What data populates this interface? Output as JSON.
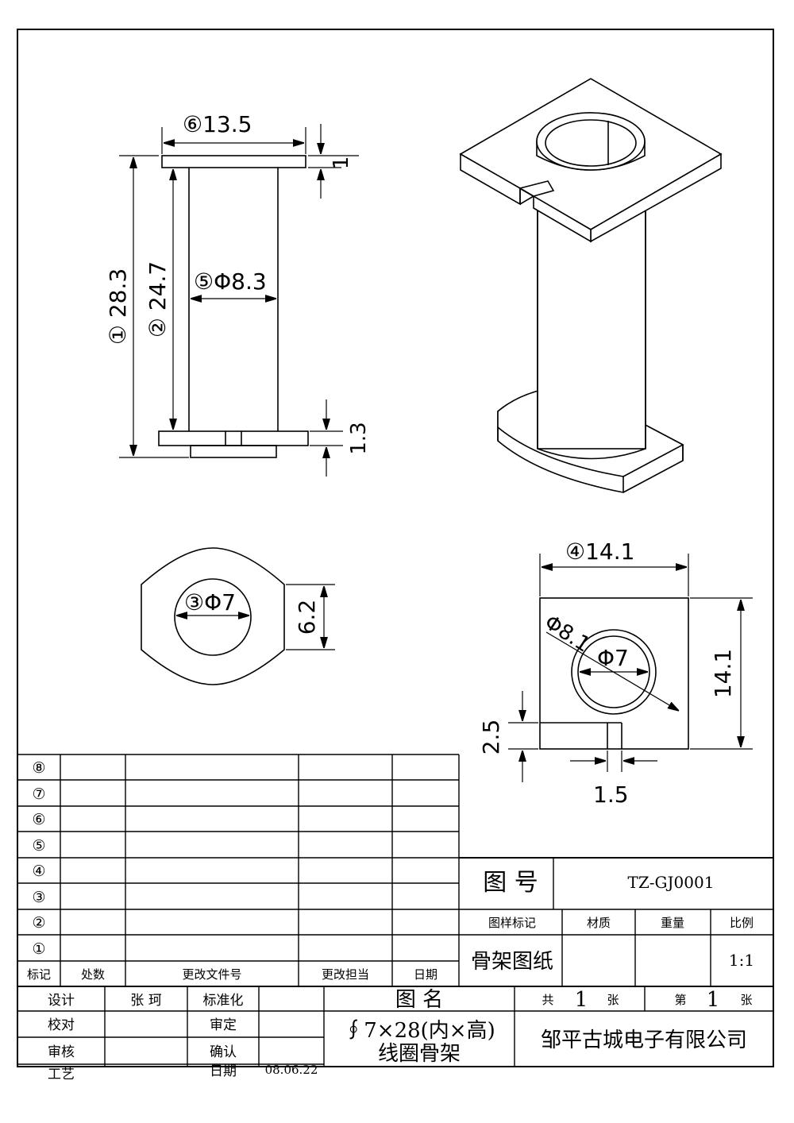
{
  "dimensions": {
    "flange_width": "⑥13.5",
    "flange_thickness": "1",
    "total_height": "① 28.3",
    "inner_height": "② 24.7",
    "tube_diameter": "⑤Φ8.3",
    "bottom_flange": "1.3",
    "inner_diameter": "③Φ7",
    "bottom_flat": "6.2",
    "square_width": "④14.1",
    "square_height": "14.1",
    "ring_outer": "Φ8.1",
    "ring_inner": "Φ7",
    "slot_depth": "2.5",
    "slot_width": "1.5"
  },
  "revision_table": {
    "row_numbers": [
      "⑧",
      "⑦",
      "⑥",
      "⑤",
      "④",
      "③",
      "②",
      "①"
    ],
    "headers": [
      "标记",
      "处数",
      "更改文件号",
      "更改担当",
      "日期"
    ]
  },
  "title_block": {
    "drawing_no_label": "图 号",
    "drawing_no": "TZ-GJ0001",
    "sample_mark_label": "图样标记",
    "material_label": "材质",
    "weight_label": "重量",
    "scale_label": "比例",
    "drawing_type": "骨架图纸",
    "scale": "1:1",
    "design_label": "设计",
    "designer": "张 珂",
    "standard_label": "标准化",
    "check_label": "校对",
    "approve_label": "审定",
    "review_label": "审核",
    "confirm_label": "确认",
    "process_label": "工艺",
    "date_label": "日期",
    "date": "08.06.22",
    "name_label": "图 名",
    "part_name_line1": "∮7×28(内×高)",
    "part_name_line2": "线圈骨架",
    "total_label_1": "共",
    "total_sheets": "1",
    "total_label_2": "张",
    "sheet_label_1": "第",
    "sheet_no": "1",
    "sheet_label_2": "张",
    "company": "邹平古城电子有限公司"
  }
}
